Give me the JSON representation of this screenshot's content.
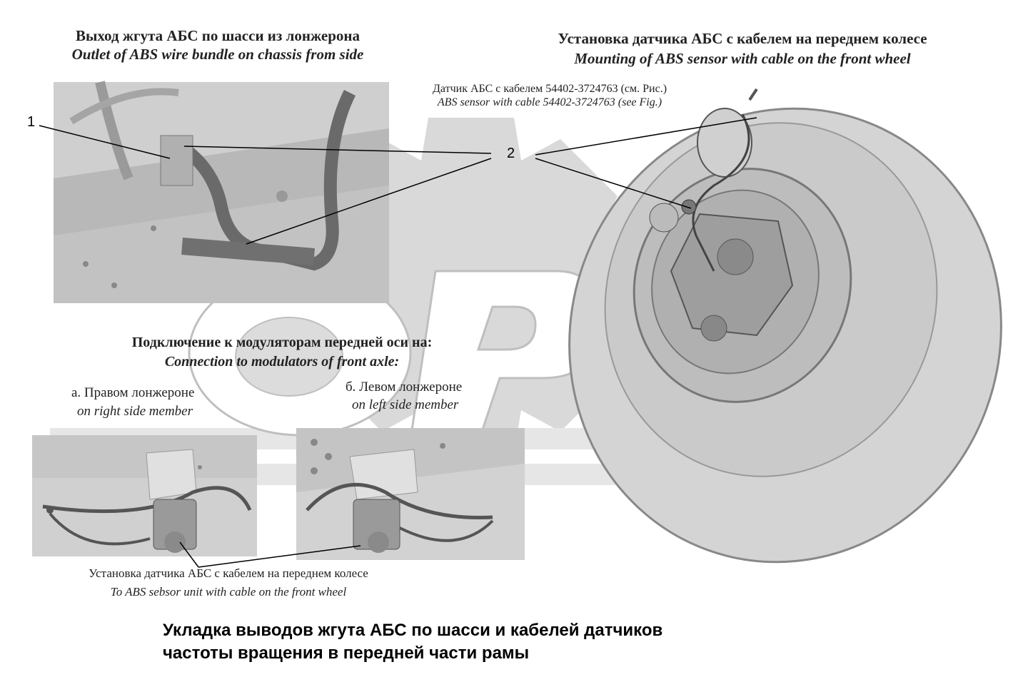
{
  "callouts": {
    "label_1": "1",
    "label_2": "2"
  },
  "frame_outlet": {
    "title_ru": "Выход жгута АБС по шасси из лонжерона",
    "title_en": "Outlet  of ABS wire bundle on chassis from side"
  },
  "front_wheel": {
    "title_ru": "Установка датчика АБС с кабелем на переднем колесе",
    "title_en": "Mounting of ABS sensor with cable on the front wheel",
    "sensor_ru": "Датчик АБС с кабелем 54402-3724763 (см. Рис.)",
    "sensor_en": "ABS sensor with cable 54402-3724763 (see Fig.)"
  },
  "modulators": {
    "title_ru": "Подключение к модуляторам передней оси на:",
    "title_en": "Connection to modulators of front axle:",
    "right_ru": "а. Правом лонжероне",
    "right_en": "on right side member",
    "left_ru": "б. Левом лонжероне",
    "left_en": "on left side member"
  },
  "bottom_note": {
    "ru": "Установка датчика АБС с кабелем на переднем колесе",
    "en": "To ABS sebsor unit with cable on the front wheel"
  },
  "caption": {
    "line1": "Укладка выводов жгута АБС по шасси и кабелей датчиков",
    "line2": "частоты вращения в передней части рамы"
  },
  "colors": {
    "background": "#ffffff",
    "watermark": "#d9d9d9",
    "photo_bg": "#d6d6d6",
    "text": "#222222"
  }
}
